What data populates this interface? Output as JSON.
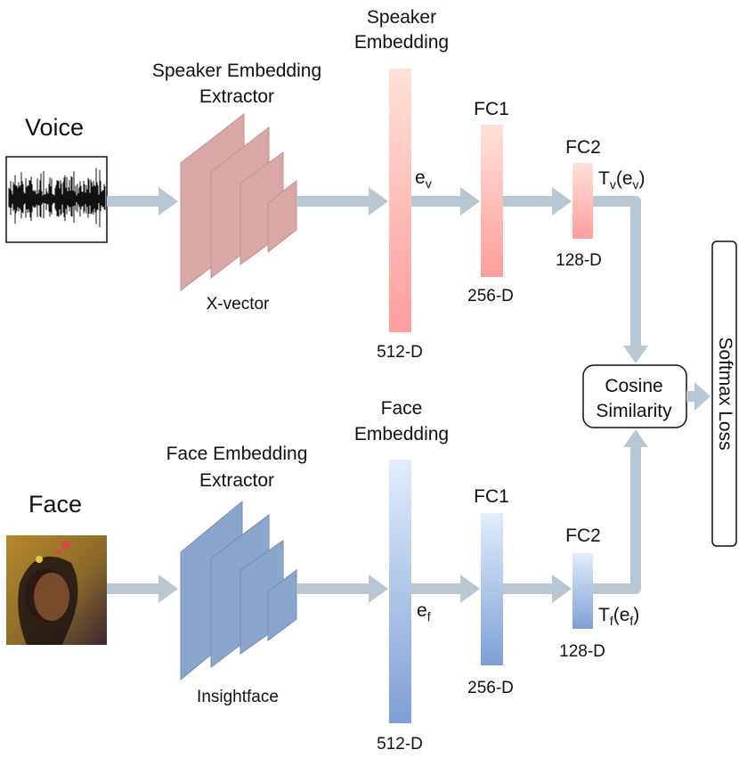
{
  "voice": {
    "input_label": "Voice",
    "extractor_title": [
      "Speaker Embedding",
      "Extractor"
    ],
    "extractor_name": "X-vector",
    "embedding_title": [
      "Speaker",
      "Embedding"
    ],
    "embedding_var": "e",
    "embedding_var_sub": "v",
    "embedding_dim": "512-D",
    "fc1_label": "FC1",
    "fc1_dim": "256-D",
    "fc2_label": "FC2",
    "fc2_dim": "128-D",
    "transform_T": "T",
    "transform_T_sub": "v",
    "transform_arg": "(e",
    "transform_arg_sub": "v",
    "transform_close": ")"
  },
  "face": {
    "input_label": "Face",
    "extractor_title": [
      "Face Embedding",
      "Extractor"
    ],
    "extractor_name": "Insightface",
    "embedding_title": [
      "Face",
      "Embedding"
    ],
    "embedding_var": "e",
    "embedding_var_sub": "f",
    "embedding_dim": "512-D",
    "fc1_label": "FC1",
    "fc1_dim": "256-D",
    "fc2_label": "FC2",
    "fc2_dim": "128-D",
    "transform_T": "T",
    "transform_T_sub": "f",
    "transform_arg": "(e",
    "transform_arg_sub": "f",
    "transform_close": ")"
  },
  "similarity": [
    "Cosine",
    "Similarity"
  ],
  "loss": "Softmax Loss",
  "colors": {
    "arrow": "#b9c7d3",
    "voice_block": "#d9a7a6",
    "voice_block_side": "#c58f8e",
    "face_block": "#8aa6cc",
    "face_block_side": "#6f8db8",
    "voice_bar_top": "#ffe0d8",
    "voice_bar_bottom": "#ff9e9c",
    "face_bar_top": "#e2ecfb",
    "face_bar_bottom": "#7ea0d6"
  }
}
